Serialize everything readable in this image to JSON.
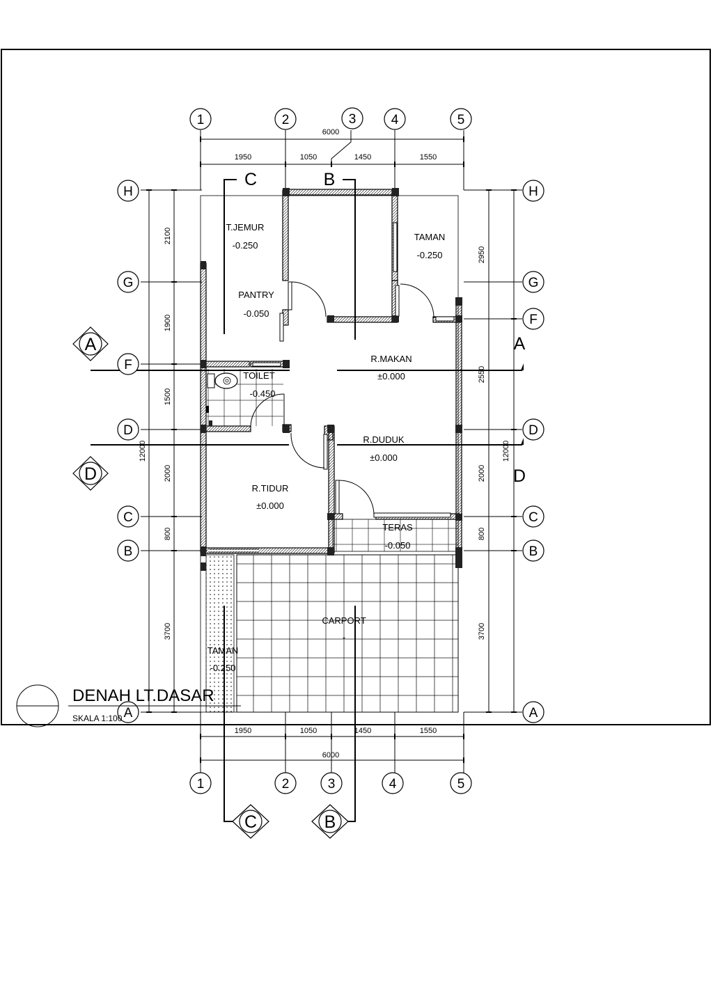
{
  "title": {
    "main": "DENAH LT.DASAR",
    "scale": "SKALA  1:100"
  },
  "top_axes": [
    "1",
    "2",
    "3",
    "4",
    "5"
  ],
  "bottom_axes": [
    "1",
    "2",
    "3",
    "4",
    "5"
  ],
  "left_axes": [
    "H",
    "G",
    "F",
    "D",
    "C",
    "B",
    "A"
  ],
  "right_axes": [
    "H",
    "G",
    "F",
    "D",
    "C",
    "B",
    "A"
  ],
  "dimensions": {
    "total_width": "6000",
    "total_height": "12000",
    "top_segments": [
      "1950",
      "1050",
      "1450",
      "1550"
    ],
    "bottom_segments": [
      "1950",
      "1050",
      "1450",
      "1550"
    ],
    "left_segments": [
      "2100",
      "1900",
      "1500",
      "2000",
      "800",
      "3700"
    ],
    "right_segments": [
      "2950",
      "2550",
      "2000",
      "800",
      "3700"
    ]
  },
  "rooms": [
    {
      "name": "T.JEMUR",
      "level": "-0.250"
    },
    {
      "name": "PANTRY",
      "level": "-0.050"
    },
    {
      "name": "TAMAN",
      "level": "-0.250"
    },
    {
      "name": "TOILET",
      "level": "-0.450"
    },
    {
      "name": "R.MAKAN",
      "level": "±0.000"
    },
    {
      "name": "R.DUDUK",
      "level": "±0.000"
    },
    {
      "name": "R.TIDUR",
      "level": "±0.000"
    },
    {
      "name": "TERAS",
      "level": "-0.050"
    },
    {
      "name": "CARPORT",
      "level": "-"
    },
    {
      "name": "TAMAN",
      "level": "-0.250"
    }
  ],
  "section_marks": [
    "A",
    "A",
    "B",
    "B",
    "C",
    "C",
    "D",
    "D"
  ]
}
